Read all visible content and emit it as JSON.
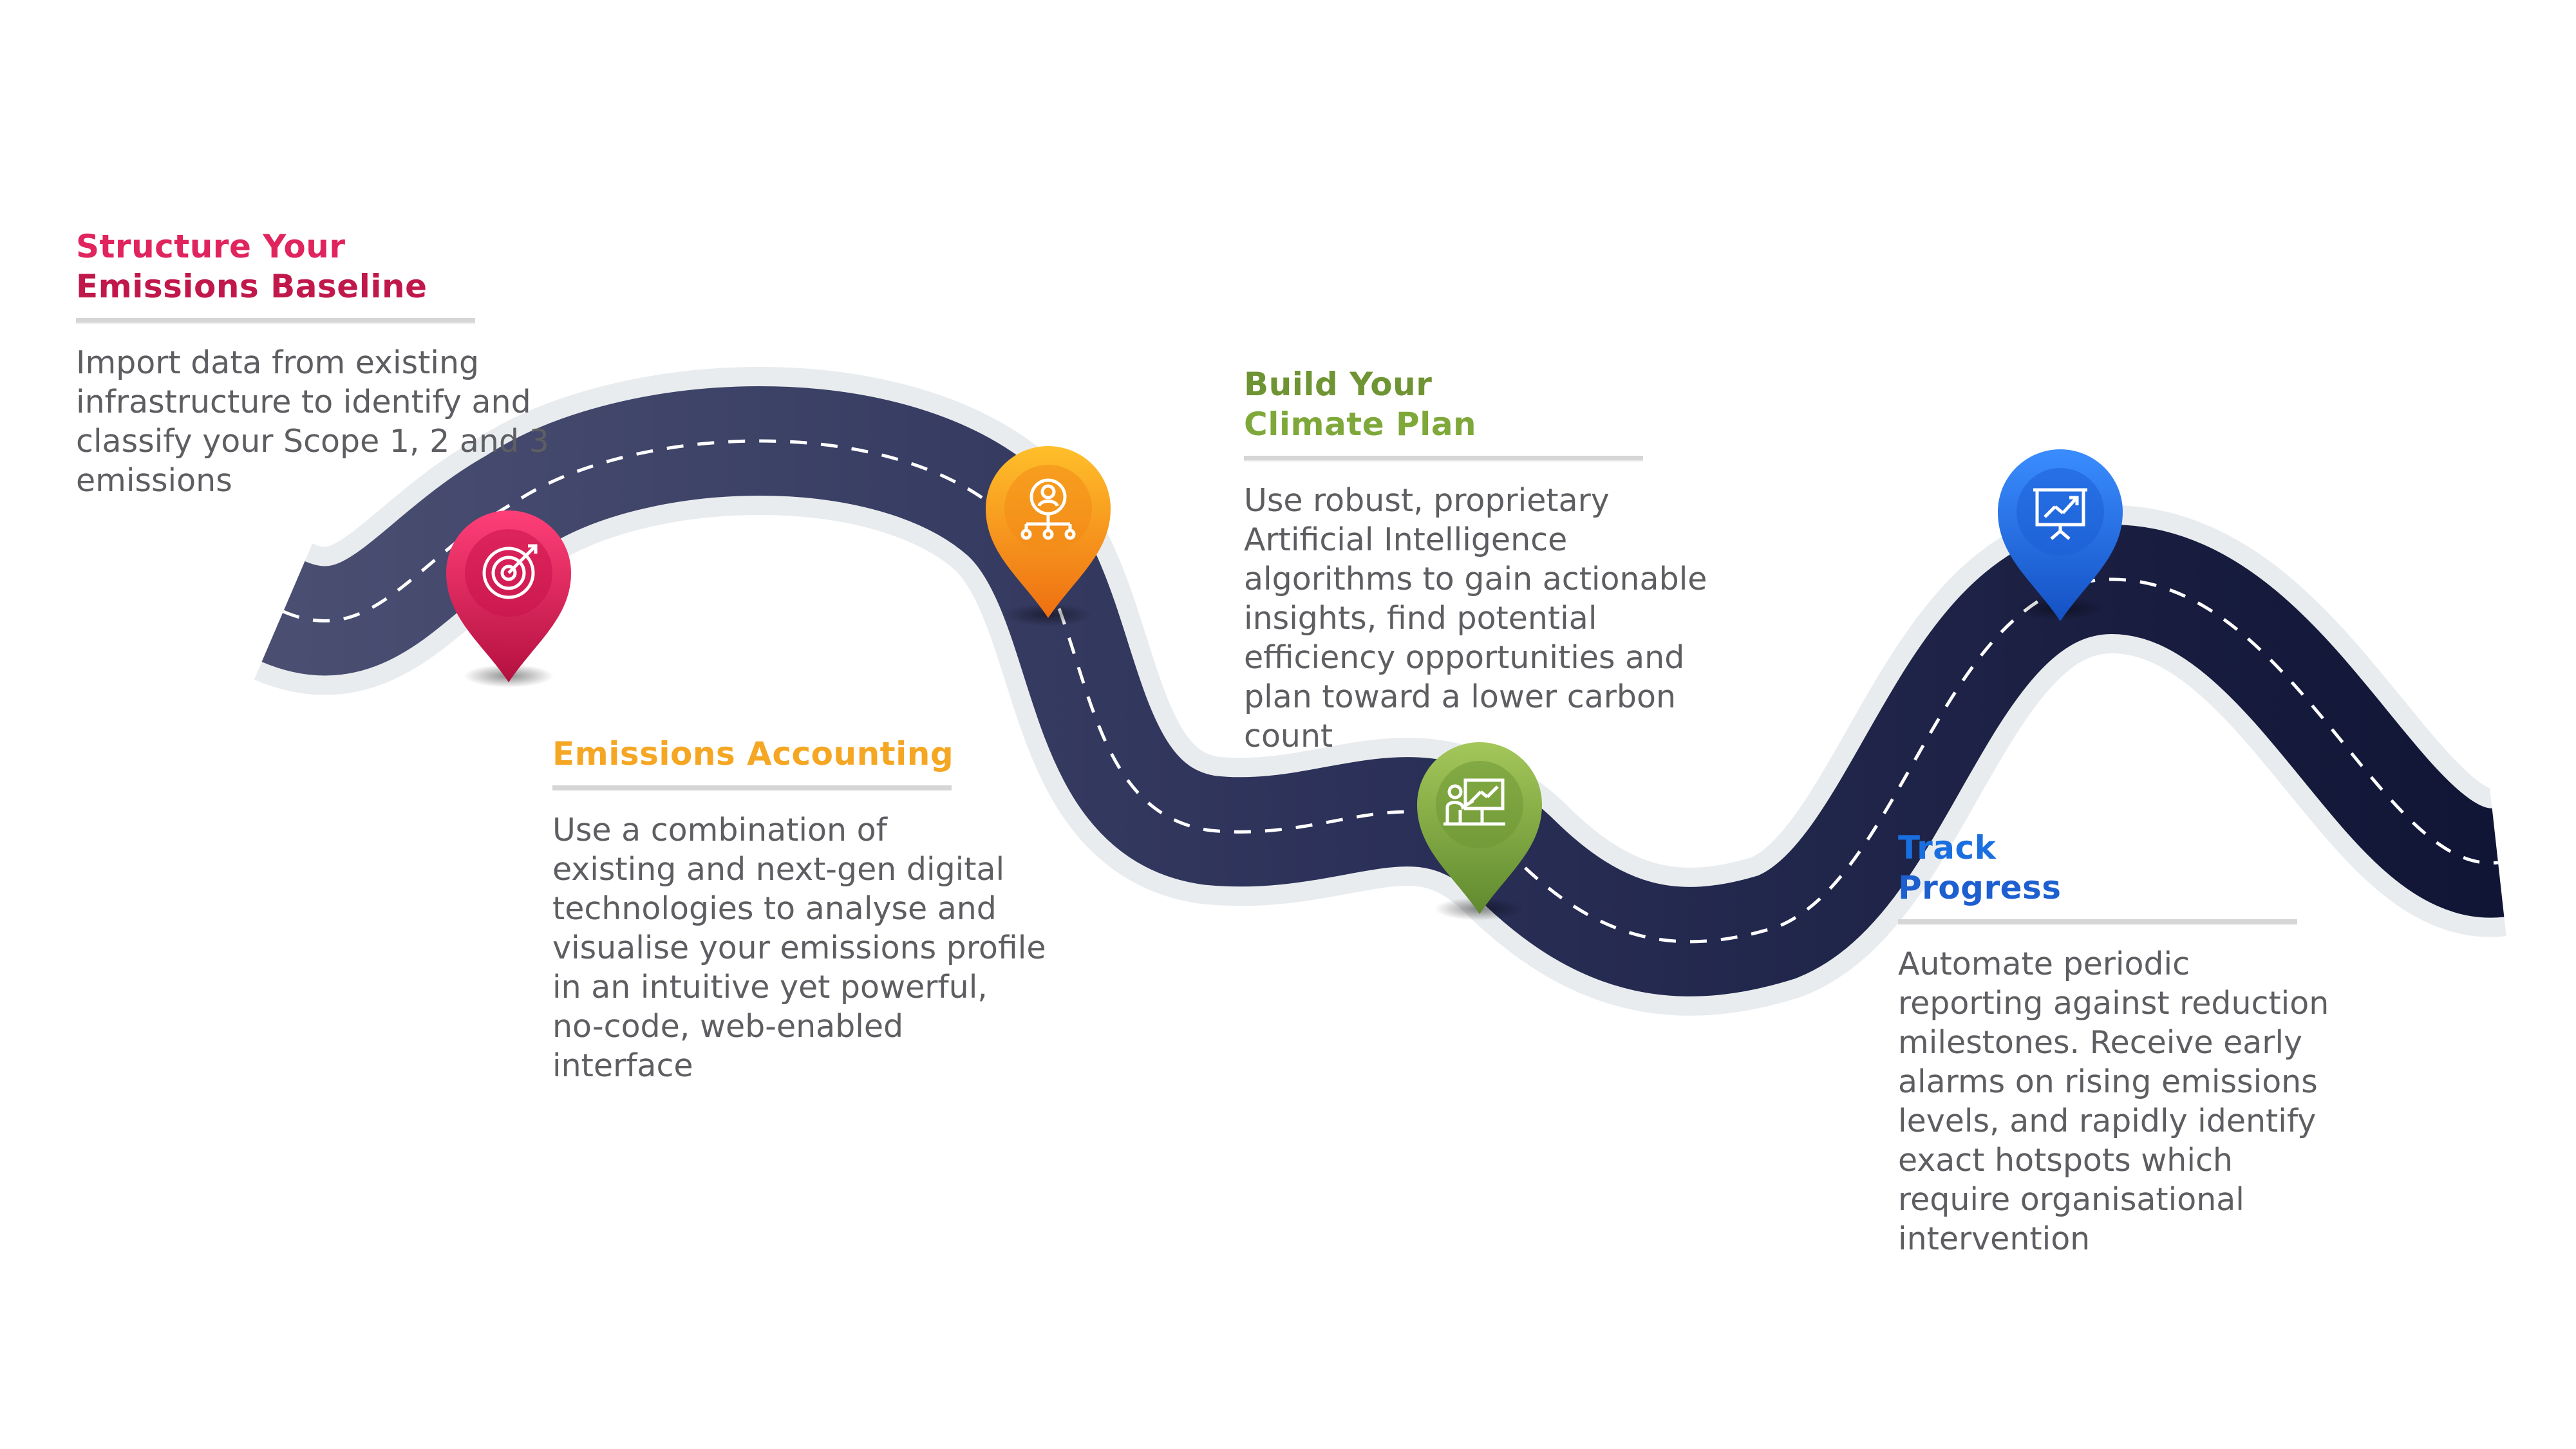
{
  "colors": {
    "road": "#2f3460",
    "road_dark": "#12173a",
    "road_border": "#e9ecee",
    "dash": "#ffffff",
    "text": "#5e5e62",
    "rule": "#d6d6d6"
  },
  "steps": [
    {
      "title_line1": "Structure Your",
      "title_line2": "Emissions Baseline",
      "title_color": "#e0245e",
      "title_color2": "#9b0f2e",
      "description": "Import data from existing\ninfrastructure to identify and\nclassify your Scope 1, 2 and 3\nemissions",
      "pin_color": "#e11d5a",
      "pin_color_dark": "#b3103f",
      "icon": "target-icon"
    },
    {
      "title_line1": "Emissions Accounting",
      "title_line2": "",
      "title_color": "#f5a623",
      "title_color2": "#f07a1a",
      "description": "Use a combination of\nexisting and next-gen digital\ntechnologies to analyse and\nvisualise your emissions profile\nin an intuitive yet powerful,\nno-code, web-enabled\ninterface",
      "pin_color": "#f7a21b",
      "pin_color_dark": "#ee6f12",
      "icon": "network-user-icon"
    },
    {
      "title_line1": "Build Your",
      "title_line2": "Climate Plan",
      "title_color": "#7fa83a",
      "title_color2": "#5d7d2a",
      "description": "Use robust, proprietary\nArtificial Intelligence\nalgorithms to gain actionable\ninsights, find potential\nefficiency opportunities and\nplan toward a lower carbon\ncount",
      "pin_color": "#8bb244",
      "pin_color_dark": "#5f8a2e",
      "icon": "presentation-icon"
    },
    {
      "title_line1": "Track",
      "title_line2": "Progress",
      "title_color": "#1a6fe0",
      "title_color2": "#1e5fd0",
      "description": "Automate periodic\nreporting against reduction\nmilestones. Receive early\nalarms on rising emissions\nlevels, and rapidly identify\nexact hotspots which\nrequire organisational\nintervention",
      "pin_color": "#1f73ea",
      "pin_color_dark": "#1451c4",
      "icon": "trend-chart-icon"
    }
  ]
}
